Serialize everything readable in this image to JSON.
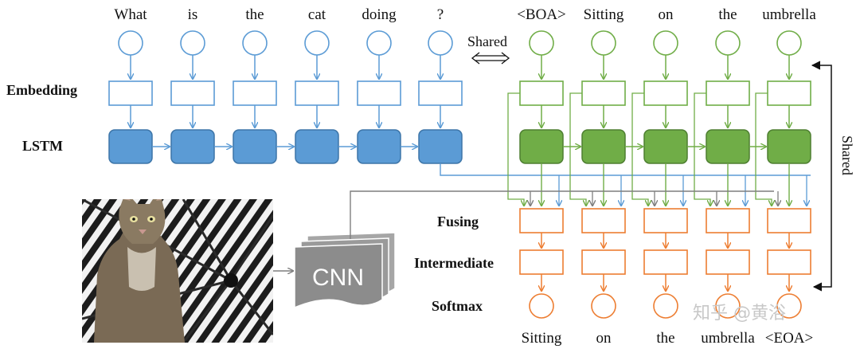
{
  "question_words": [
    "What",
    "is",
    "the",
    "cat",
    "doing",
    "?"
  ],
  "answer_input_words": [
    "<BOA>",
    "Sitting",
    "on",
    "the",
    "umbrella"
  ],
  "answer_output_words": [
    "Sitting",
    "on",
    "the",
    "umbrella",
    "<EOA>"
  ],
  "row_labels": {
    "embedding": "Embedding",
    "lstm": "LSTM",
    "fusing": "Fusing",
    "intermediate": "Intermediate",
    "softmax": "Softmax"
  },
  "shared_label_top": "Shared",
  "shared_label_side": "Shared",
  "cnn_label": "CNN",
  "watermark": "知乎 @黄浴",
  "colors": {
    "question": "#5b9bd5",
    "answer": "#70ad47",
    "output": "#ed7d31",
    "cnn": "#8c8c8c",
    "gray_line": "#7f7f7f"
  }
}
